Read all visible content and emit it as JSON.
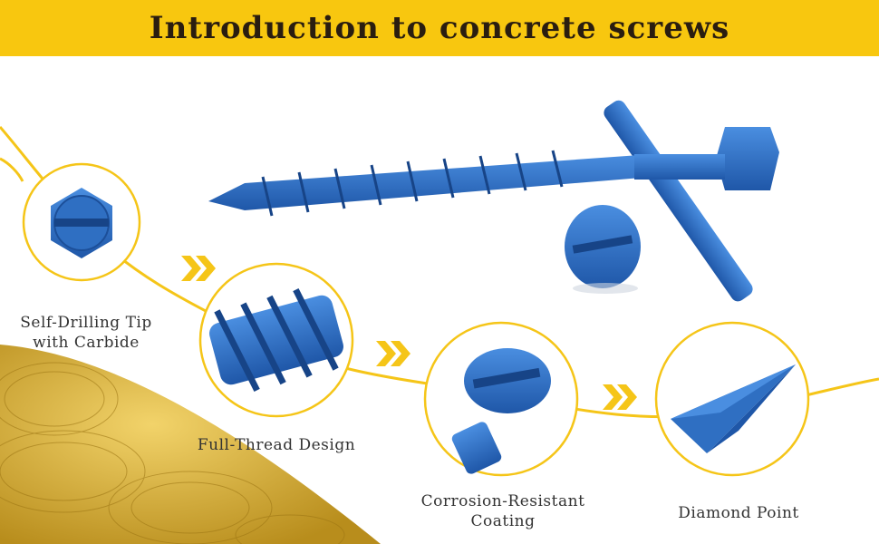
{
  "banner": {
    "title": "Introduction to concrete screws"
  },
  "features": [
    {
      "label_line1": "Self-Drilling Tip",
      "label_line2": "with Carbide"
    },
    {
      "label_line1": "Full-Thread Design",
      "label_line2": ""
    },
    {
      "label_line1": "Corrosion-Resistant",
      "label_line2": "Coating"
    },
    {
      "label_line1": "Diamond Point",
      "label_line2": ""
    }
  ],
  "colors": {
    "banner": "#f8c70f",
    "title_text": "#2a1d10",
    "accent_line": "#f5c518",
    "screw_blue": "#2f6fc2",
    "wire_gold": "#d9b23a"
  }
}
